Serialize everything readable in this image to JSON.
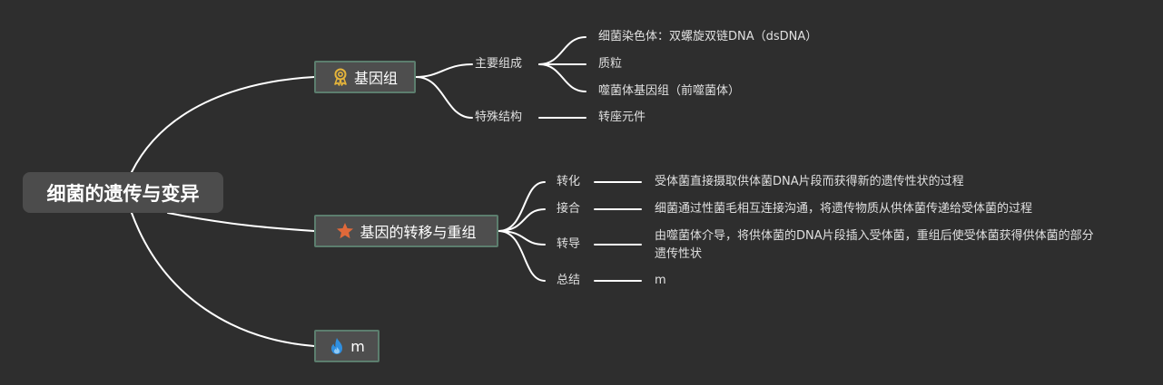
{
  "root": {
    "label": "细菌的遗传与变异"
  },
  "branches": [
    {
      "label": "基因组",
      "icon": "ribbon-award-icon",
      "icon_color": "#e5b43a",
      "groups": [
        {
          "label": "主要组成",
          "leaves": [
            "细菌染色体：双螺旋双链DNA（dsDNA）",
            "质粒",
            "噬菌体基因组（前噬菌体）"
          ]
        },
        {
          "label": "特殊结构",
          "leaves": [
            "转座元件"
          ]
        }
      ]
    },
    {
      "label": "基因的转移与重组",
      "icon": "star-icon",
      "icon_color": "#e0693a",
      "items": [
        {
          "label": "转化",
          "desc": "受体菌直接摄取供体菌DNA片段而获得新的遗传性状的过程"
        },
        {
          "label": "接合",
          "desc": "细菌通过性菌毛相互连接沟通，将遗传物质从供体菌传递给受体菌的过程"
        },
        {
          "label": "转导",
          "desc": "由噬菌体介导，将供体菌的DNA片段插入受体菌，重组后使受体菌获得供体菌的部分遗传性状"
        },
        {
          "label": "总结",
          "desc": "m"
        }
      ]
    },
    {
      "label": "m",
      "icon": "flame-icon",
      "icon_color": "#2f8fe0"
    }
  ],
  "colors": {
    "background": "#2e2e2e",
    "line": "#ffffff",
    "branch_border": "#5c7e6e"
  }
}
